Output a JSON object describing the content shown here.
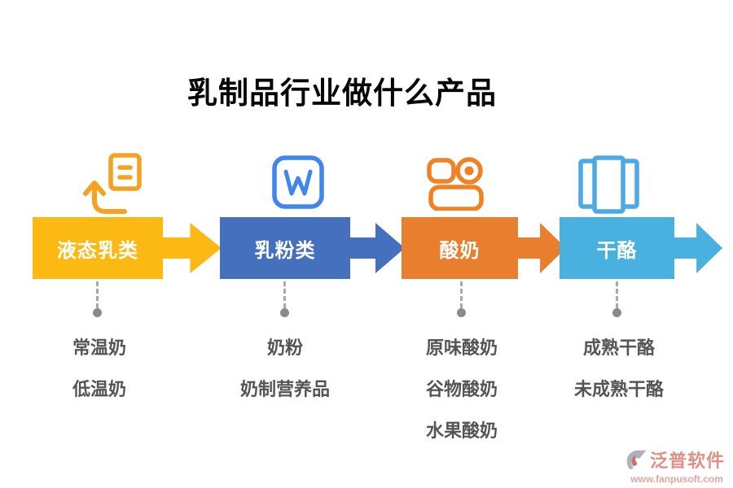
{
  "title": "乳制品行业做什么产品",
  "stages": [
    {
      "label": "液态乳类",
      "color": "#FCB813",
      "icon": "share-document-icon",
      "icon_color": "#F6A21E",
      "items": [
        "常温奶",
        "低温奶"
      ]
    },
    {
      "label": "乳粉类",
      "color": "#4470BD",
      "icon": "word-app-icon",
      "icon_color": "#4186EC",
      "items": [
        "奶粉",
        "奶制营养品"
      ]
    },
    {
      "label": "酸奶",
      "color": "#E97E2E",
      "icon": "device-components-icon",
      "icon_color": "#F08223",
      "items": [
        "原味酸奶",
        "谷物酸奶",
        "水果酸奶"
      ]
    },
    {
      "label": "干酪",
      "color": "#48B1E0",
      "icon": "columns-panels-icon",
      "icon_color": "#4BA9E8",
      "items": [
        "成熟干酪",
        "未成熟干酪"
      ]
    }
  ],
  "connector": {
    "dash_color": "#A9A9A9",
    "dot_color": "#8A8A8A"
  },
  "item_text_color": "#555555",
  "watermark": {
    "brand": "泛普软件",
    "url": "www.fanpusoft.com",
    "brand_color": "#E0837B",
    "url_color": "#E69A92"
  }
}
